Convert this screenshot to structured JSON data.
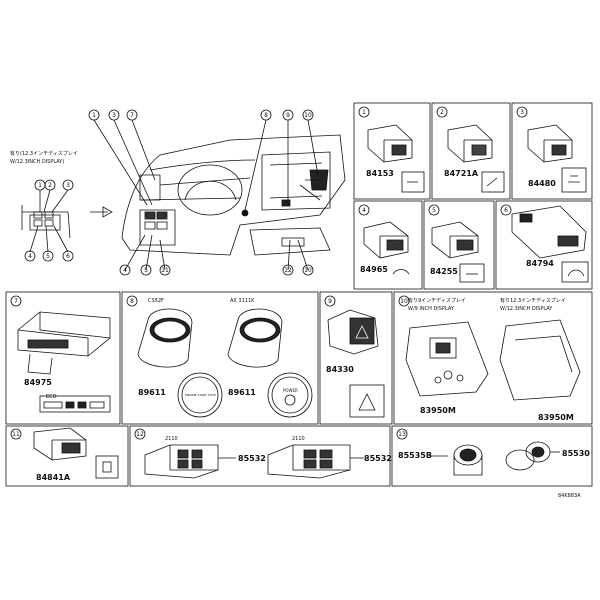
{
  "overview": {
    "inset_jp": "有り(12.3インチディスプレイ",
    "inset_en": "W/12.3INCH DISPLAY)",
    "callouts": [
      "1",
      "3",
      "7",
      "8",
      "9",
      "10",
      "4",
      "5",
      "11",
      "12",
      "10",
      "1",
      "2",
      "3",
      "4",
      "5",
      "6"
    ]
  },
  "panels": [
    {
      "num": "1",
      "part": "84153"
    },
    {
      "num": "2",
      "part": "84721A"
    },
    {
      "num": "3",
      "part": "84480"
    },
    {
      "num": "4",
      "part": "84965"
    },
    {
      "num": "5",
      "part": "84255"
    },
    {
      "num": "6",
      "part": "84794"
    },
    {
      "num": "7",
      "part": "84975",
      "switch_label": "ECO"
    },
    {
      "num": "8",
      "sub_left": "CS52F",
      "sub_right": "AX 3111K",
      "part_left": "89611",
      "part_right": "89611",
      "btn_left": "ENGINE START STOP",
      "btn_right": "POWER"
    },
    {
      "num": "9",
      "part": "84330"
    },
    {
      "num": "10",
      "left_jp": "有り9インチディスプレイ",
      "left_en": "W/9 INCH DISPLAY",
      "right_jp": "有り12.3インチディスプレイ",
      "right_en": "W/12.3INCH DISPLAY",
      "part_left": "83950M",
      "part_right": "83950M"
    },
    {
      "num": "11",
      "part": "84841A"
    },
    {
      "num": "12",
      "sub_left": "2110",
      "sub_right": "2110",
      "part_left": "85532",
      "part_right": "85532"
    },
    {
      "num": "13",
      "part_left": "85535B",
      "part_right": "85530"
    }
  ],
  "ref_code": "84K883A"
}
